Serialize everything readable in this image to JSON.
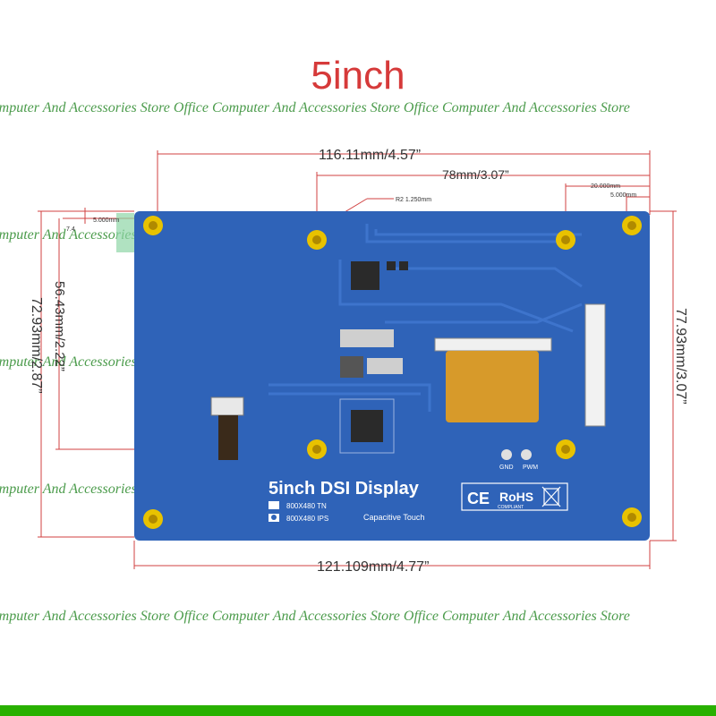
{
  "title": "5inch",
  "watermark": {
    "text": "Computer And Accessories Store Office Computer And Accessories Store Office Computer And Accessories Store"
  },
  "dimensions": {
    "total_width": "116.11mm/4.57”",
    "hole_width": "78mm/3.07”",
    "small_top_a": "20.000mm",
    "small_top_b": "5.000mm",
    "small_left": "5.000mm",
    "small_left_b": "7.4",
    "radius": "R2 1.250mm",
    "left_inner_height": "56.43mm/2.22”",
    "left_outer_height": "72.93mm/2.87”",
    "right_height": "77.93mm/3.07”",
    "bottom_width": "121.109mm/4.77”"
  },
  "board": {
    "label": "5inch DSI Display",
    "option1": "800X480 TN",
    "option2": "800X480 IPS",
    "capacitive": "Capacitive Touch",
    "gnd": "GND",
    "pwm": "PWM",
    "ce": "CE",
    "rohs": "RoHS",
    "compliant": "COMPLIANT",
    "colors": {
      "board": "#2f63b8",
      "hole": "#e8c200",
      "chip": "#2a2a2a",
      "ribbon": "#d79a2a"
    }
  }
}
